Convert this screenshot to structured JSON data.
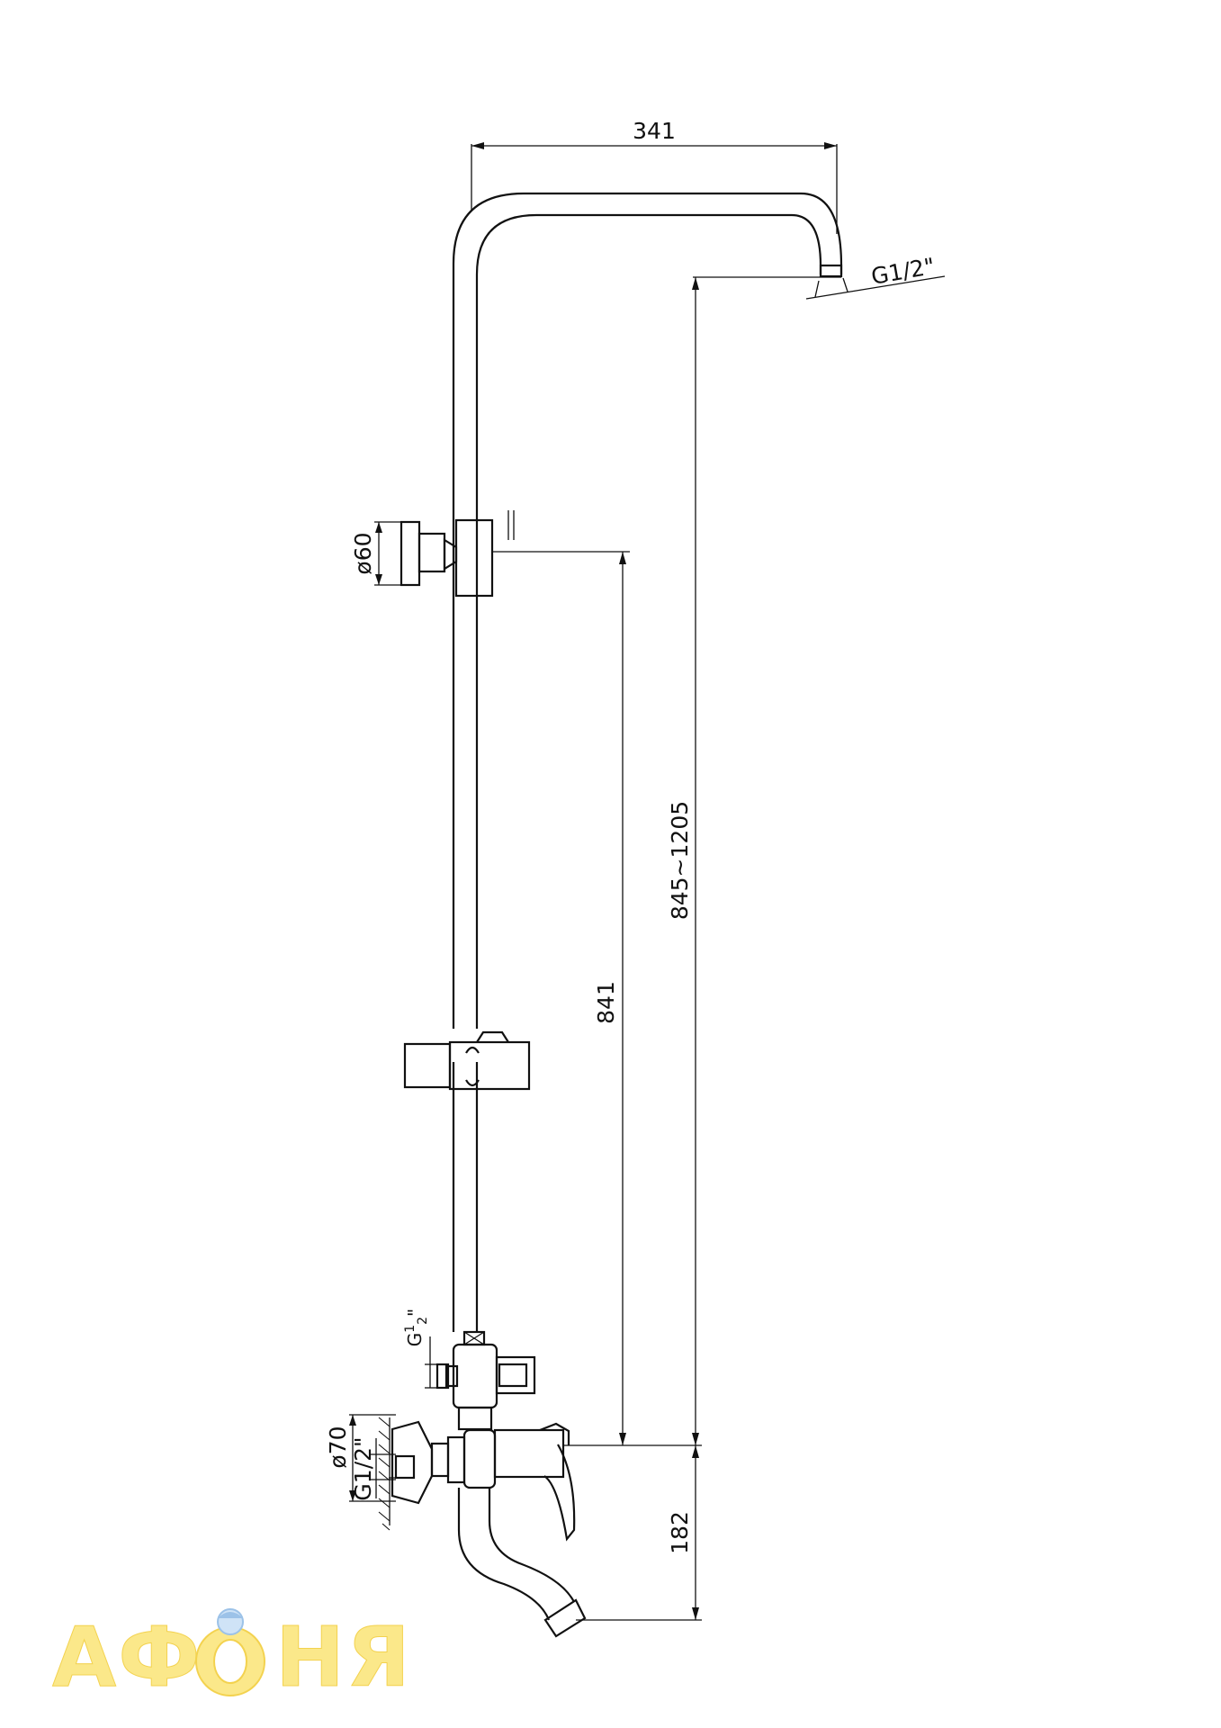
{
  "dimensions": {
    "top_width": "341",
    "head_thread": "G1/2\"",
    "total_height": "845~1205",
    "holder_spacing": "841",
    "holder_diameter": "ø60",
    "flange_diameter": "ø70",
    "inlet_thread": "G1/2\"",
    "hose_thread_prefix": "G",
    "hose_thread_num": "1",
    "hose_thread_den": "2",
    "hose_thread_suffix": "\"",
    "spout_height": "182"
  },
  "watermark": {
    "part1": "АФ",
    "part2": "НЯ",
    "colors": {
      "fill": "#fbe88a",
      "outline": "#f3d24f"
    }
  }
}
